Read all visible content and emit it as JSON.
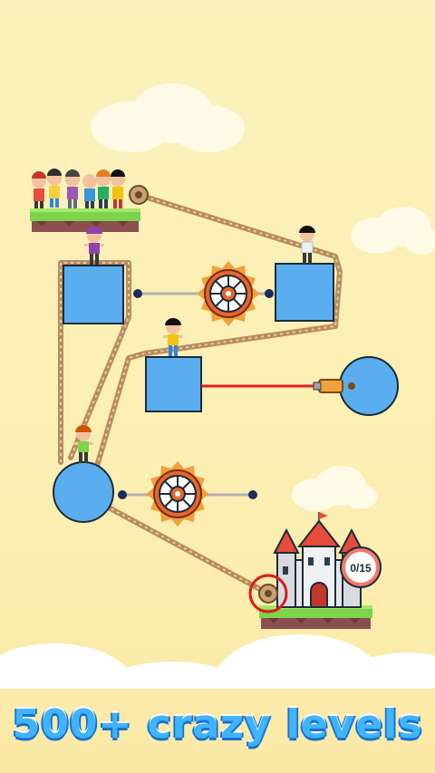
{
  "level_progress": {
    "counter": "0/15",
    "current": 0,
    "total": 15
  },
  "promo": {
    "headline": "500+ crazy levels"
  },
  "colors": {
    "sky": "#fcefb3",
    "block": "#5aaef0",
    "grass": "#7bd44a",
    "dirt": "#8b4f4f",
    "rope": "#c9a173",
    "saw": "#e8662c",
    "laser": "#e02020",
    "target_ring": "#e01919",
    "promo_text": "#3fb4ff"
  },
  "icons": [
    "saw-blade-icon",
    "pulley-icon",
    "castle-icon",
    "laser-gun-icon",
    "counter-badge-icon"
  ]
}
